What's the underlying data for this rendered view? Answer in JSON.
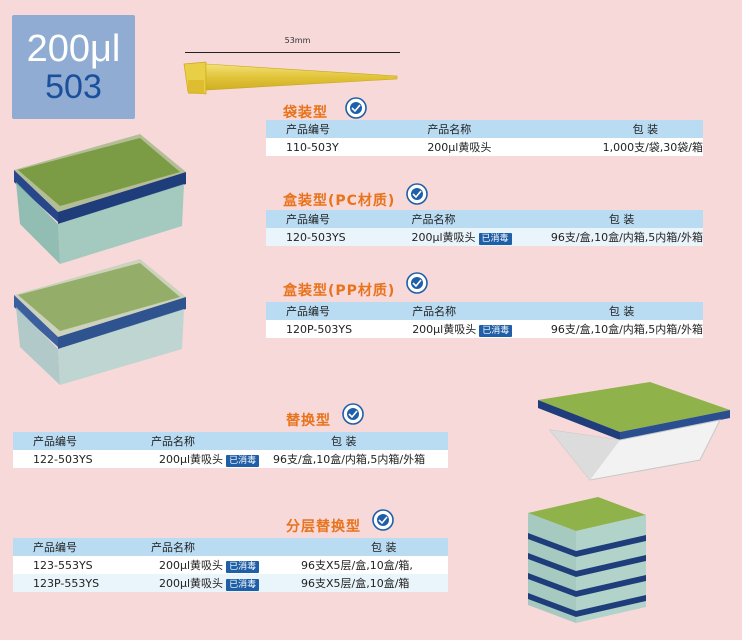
{
  "badge": {
    "volume": "200μl",
    "number": "503"
  },
  "measure": {
    "label": "53mm"
  },
  "sterile_label": "已消毒",
  "sections": [
    {
      "title": "袋装型",
      "headers": [
        "产品编号",
        "产品名称",
        "包 装"
      ],
      "rows": [
        {
          "code": "110-503Y",
          "name": "200μl黄吸头",
          "sterile": false,
          "pack": "1,000支/袋,30袋/箱"
        }
      ]
    },
    {
      "title": "盒装型(PC材质)",
      "headers": [
        "产品编号",
        "产品名称",
        "包 装"
      ],
      "rows": [
        {
          "code": "120-503YS",
          "name": "200μl黄吸头",
          "sterile": true,
          "pack": "96支/盒,10盒/内箱,5内箱/外箱"
        }
      ]
    },
    {
      "title": "盒装型(PP材质)",
      "headers": [
        "产品编号",
        "产品名称",
        "包 装"
      ],
      "rows": [
        {
          "code": "120P-503YS",
          "name": "200μl黄吸头",
          "sterile": true,
          "pack": "96支/盒,10盒/内箱,5内箱/外箱"
        }
      ]
    },
    {
      "title": "替换型",
      "headers": [
        "产品编号",
        "产品名称",
        "包 装"
      ],
      "rows": [
        {
          "code": "122-503YS",
          "name": "200μl黄吸头",
          "sterile": true,
          "pack": "96支/盒,10盒/内箱,5内箱/外箱"
        }
      ]
    },
    {
      "title": "分层替换型",
      "headers": [
        "产品编号",
        "产品名称",
        "包 装"
      ],
      "rows": [
        {
          "code": "123-553YS",
          "name": "200μl黄吸头",
          "sterile": true,
          "pack": "96支X5层/盒,10盒/箱,"
        },
        {
          "code": "123P-553YS",
          "name": "200μl黄吸头",
          "sterile": true,
          "pack": "96支X5层/盒,10盒/箱"
        }
      ]
    }
  ],
  "colors": {
    "accent": "#e8731c",
    "header": "#b9dcf3",
    "badge": "#90acd3",
    "sterile": "#1f5fa8"
  }
}
